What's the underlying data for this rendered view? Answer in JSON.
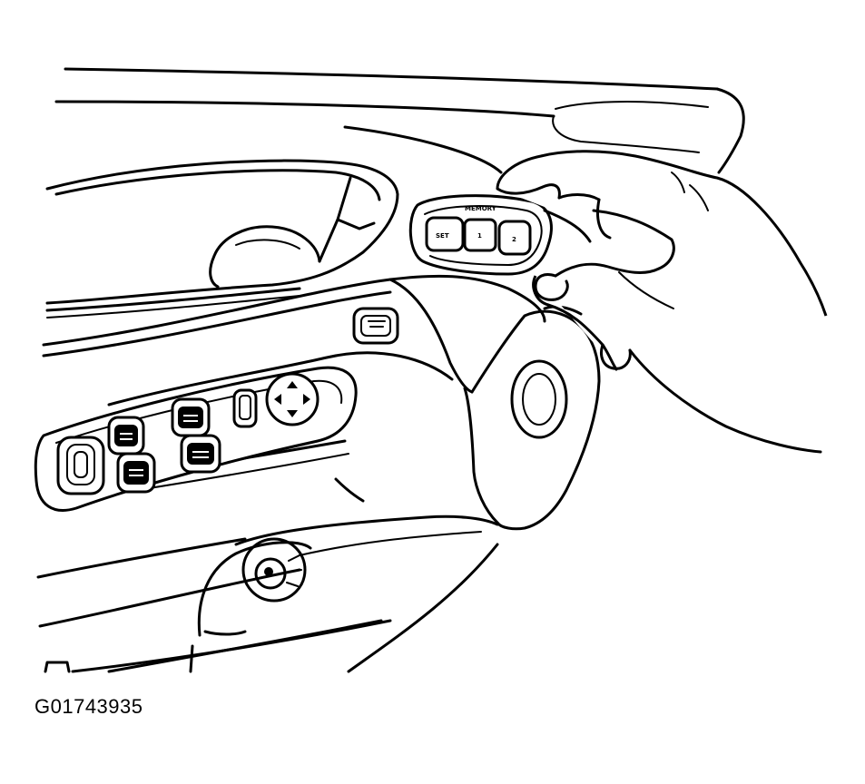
{
  "figure_id": "G01743935",
  "memory_panel": {
    "header": "MEMORY",
    "buttons": [
      "SET",
      "1",
      "2"
    ]
  }
}
